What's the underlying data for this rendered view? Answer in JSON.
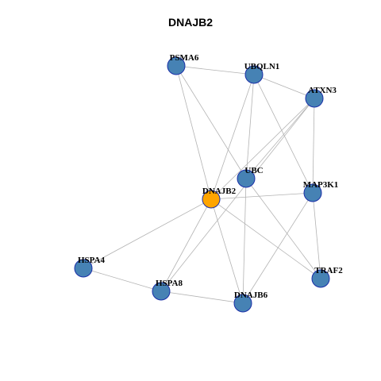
{
  "title": "DNAJB2",
  "colors": {
    "node_default": "#4682b4",
    "node_focus": "#ffa500",
    "node_border": "#1a2fa8",
    "edge": "#b3b3b3"
  },
  "network": {
    "nodes": [
      {
        "id": "PSMA6",
        "label": "PSMA6",
        "focus": false
      },
      {
        "id": "UBQLN1",
        "label": "UBQLN1",
        "focus": false
      },
      {
        "id": "ATXN3",
        "label": "ATXN3",
        "focus": false
      },
      {
        "id": "UBC",
        "label": "UBC",
        "focus": false
      },
      {
        "id": "DNAJB2",
        "label": "DNAJB2",
        "focus": true
      },
      {
        "id": "MAP3K1",
        "label": "MAP3K1",
        "focus": false
      },
      {
        "id": "HSPA4",
        "label": "HSPA4",
        "focus": false
      },
      {
        "id": "HSPA8",
        "label": "HSPA8",
        "focus": false
      },
      {
        "id": "DNAJB6",
        "label": "DNAJB6",
        "focus": false
      },
      {
        "id": "TRAF2",
        "label": "TRAF2",
        "focus": false
      }
    ],
    "edges": [
      [
        "PSMA6",
        "UBQLN1"
      ],
      [
        "PSMA6",
        "UBC"
      ],
      [
        "PSMA6",
        "DNAJB2"
      ],
      [
        "UBQLN1",
        "ATXN3"
      ],
      [
        "UBQLN1",
        "UBC"
      ],
      [
        "UBQLN1",
        "DNAJB2"
      ],
      [
        "UBQLN1",
        "MAP3K1"
      ],
      [
        "ATXN3",
        "UBC"
      ],
      [
        "ATXN3",
        "MAP3K1"
      ],
      [
        "ATXN3",
        "DNAJB2"
      ],
      [
        "ATXN3",
        "HSPA8"
      ],
      [
        "UBC",
        "DNAJB6"
      ],
      [
        "UBC",
        "TRAF2"
      ],
      [
        "DNAJB2",
        "MAP3K1"
      ],
      [
        "DNAJB2",
        "HSPA4"
      ],
      [
        "DNAJB2",
        "HSPA8"
      ],
      [
        "DNAJB2",
        "DNAJB6"
      ],
      [
        "DNAJB2",
        "TRAF2"
      ],
      [
        "MAP3K1",
        "TRAF2"
      ],
      [
        "MAP3K1",
        "DNAJB6"
      ],
      [
        "HSPA4",
        "HSPA8"
      ],
      [
        "HSPA8",
        "DNAJB6"
      ]
    ]
  }
}
